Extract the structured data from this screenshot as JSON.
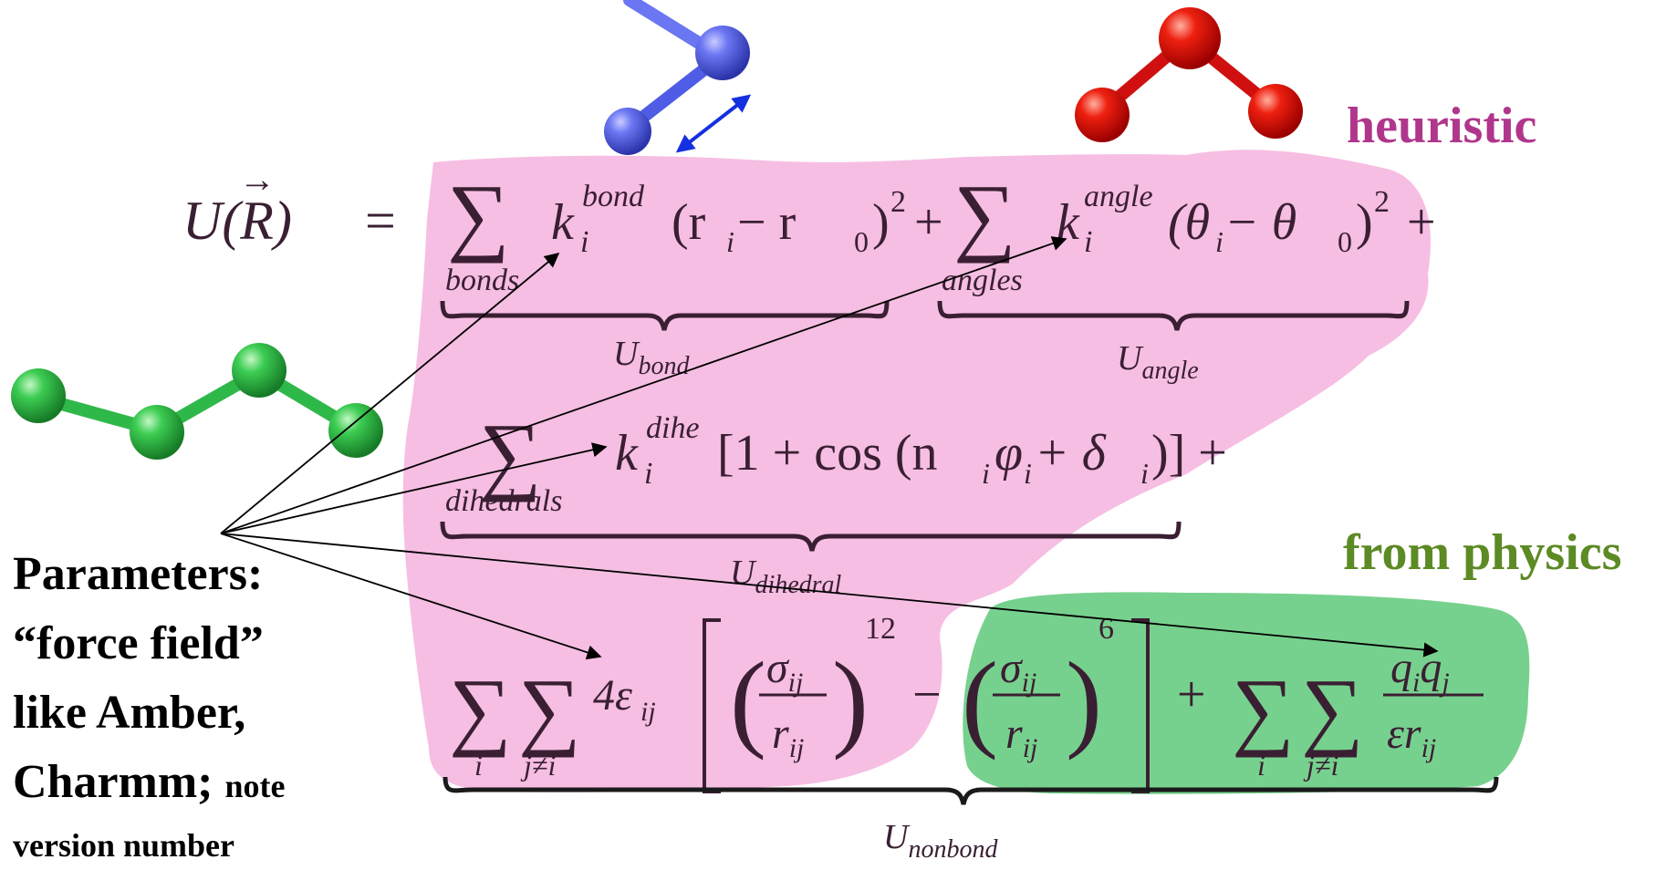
{
  "labels": {
    "heuristic": "heuristic",
    "from_physics": "from physics",
    "parameters_line1": "Parameters:",
    "parameters_line2": "“force field”",
    "parameters_line3": "like Amber,",
    "parameters_line4": "Charmm;",
    "parameters_note_a": "note",
    "parameters_note_b": "version number"
  },
  "equation": {
    "lhs": "U(R)",
    "equals": "=",
    "bond_term": {
      "sum_sub": "bonds",
      "k": "k",
      "k_sub": "i",
      "k_sup": "bond",
      "body": "(r",
      "body_sub": "i",
      "body_rest": " − r",
      "body_sub2": "0",
      "body_end": ")",
      "power": "2",
      "plus": "+",
      "brace_label": "U",
      "brace_sub": "bond"
    },
    "angle_term": {
      "sum_sub": "angles",
      "k": "k",
      "k_sub": "i",
      "k_sup": "angle",
      "body": "(θ",
      "body_sub": "i",
      "body_rest": " − θ",
      "body_sub2": "0",
      "body_end": ")",
      "power": "2",
      "plus": "+",
      "brace_label": "U",
      "brace_sub": "angle"
    },
    "dihedral_term": {
      "sum_sub": "dihedrals",
      "k": "k",
      "k_sub": "i",
      "k_sup": "dihe",
      "body": "[1 + cos (n",
      "body_sub": "i",
      "body_phi": "φ",
      "body_sub2": "i",
      "body_rest": " + δ",
      "body_sub3": "i",
      "body_end": ")] +",
      "brace_label": "U",
      "brace_sub": "dihedral"
    },
    "nonbond_term": {
      "sum1_sub": "i",
      "sum2_sub": "j≠i",
      "coef": "4ε",
      "coef_sub": "ij",
      "sigma": "σ",
      "sigma_sub": "ij",
      "r": "r",
      "r_sub": "ij",
      "power12": "12",
      "minus": "−",
      "power6": "6",
      "plus": "+",
      "sum3_sub": "i",
      "sum4_sub": "j≠i",
      "q1": "q",
      "q1_sub": "i",
      "q2": "q",
      "q2_sub": "j",
      "eps": "εr",
      "eps_sub": "ij",
      "brace_label": "U",
      "brace_sub": "nonbond"
    }
  },
  "colors": {
    "heuristic_text": "#b0368c",
    "physics_text": "#5c8a24",
    "heuristic_region": "#f5b3de",
    "physics_region": "#5fc97a",
    "blue_atom": "#4f5ce6",
    "red_atom": "#e01010",
    "green_atom": "#2fb84a",
    "arrow_blue": "#1530e0",
    "equation_text": "#3a1f33"
  }
}
